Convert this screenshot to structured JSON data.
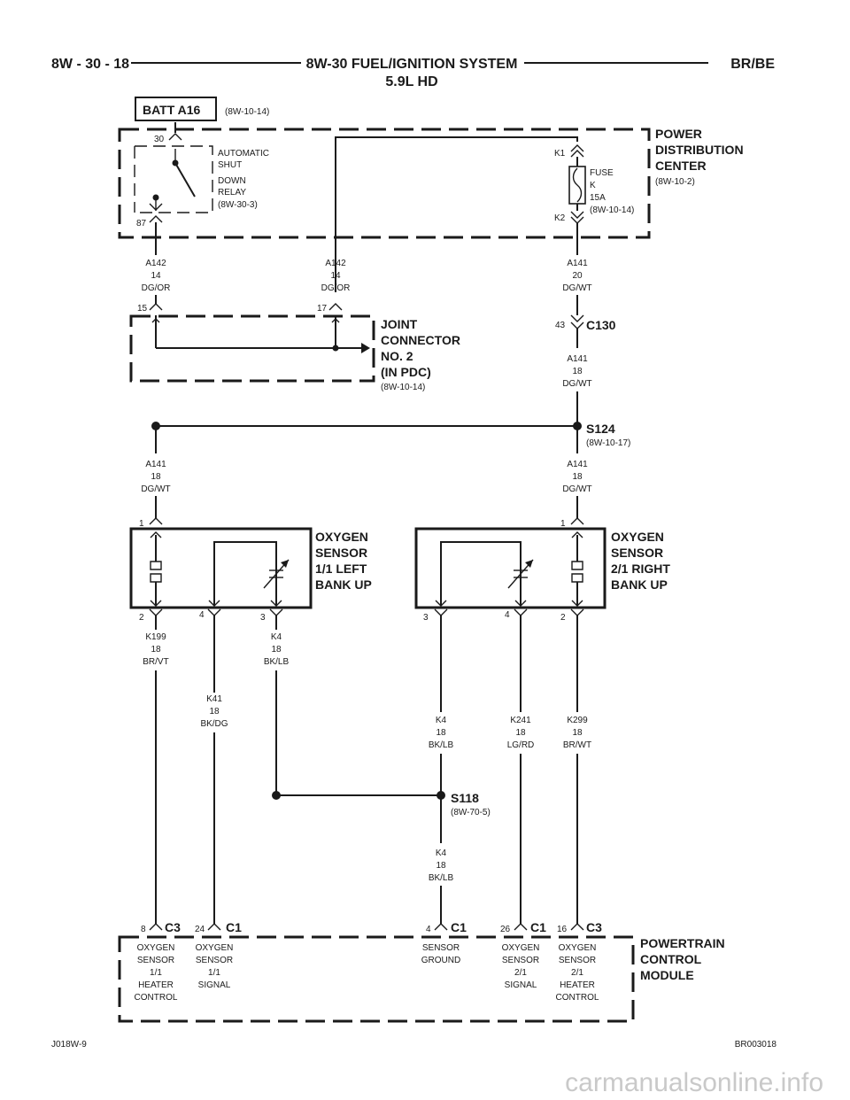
{
  "header": {
    "page_ref": "8W - 30 - 18",
    "title": "8W-30 FUEL/IGNITION SYSTEM",
    "subtitle": "5.9L HD",
    "model": "BR/BE"
  },
  "batt": {
    "label": "BATT A16",
    "ref": "(8W-10-14)"
  },
  "pdc": {
    "title_lines": [
      "POWER",
      "DISTRIBUTION",
      "CENTER"
    ],
    "ref": "(8W-10-2)",
    "relay_lines": [
      "AUTOMATIC",
      "SHUT",
      "DOWN",
      "RELAY",
      "(8W-30-3)"
    ],
    "relay_pin_top": "30",
    "relay_pin_bottom": "87",
    "fuse_lines": [
      "FUSE",
      "K",
      "15A",
      "(8W-10-14)"
    ],
    "fuse_pin_top": "K1",
    "fuse_pin_bottom": "K2"
  },
  "wires": {
    "a142_left": [
      "A142",
      "14",
      "DG/OR"
    ],
    "a142_mid": [
      "A142",
      "14",
      "DG/OR"
    ],
    "a141_pdc": [
      "A141",
      "20",
      "DG/WT"
    ],
    "a141_c130": [
      "A141",
      "18",
      "DG/WT"
    ],
    "a141_left": [
      "A141",
      "18",
      "DG/WT"
    ],
    "a141_right": [
      "A141",
      "18",
      "DG/WT"
    ],
    "k199": [
      "K199",
      "18",
      "BR/VT"
    ],
    "k41": [
      "K41",
      "18",
      "BK/DG"
    ],
    "k4_left": [
      "K4",
      "18",
      "BK/LB"
    ],
    "k4_right": [
      "K4",
      "18",
      "BK/LB"
    ],
    "k241": [
      "K241",
      "18",
      "LG/RD"
    ],
    "k299": [
      "K299",
      "18",
      "BR/WT"
    ],
    "k4_bottom": [
      "K4",
      "18",
      "BK/LB"
    ]
  },
  "joint": {
    "title_lines": [
      "JOINT",
      "CONNECTOR",
      "NO. 2",
      "(IN PDC)"
    ],
    "ref": "(8W-10-14)",
    "pin_left": "15",
    "pin_right": "17"
  },
  "c130": {
    "pin": "43",
    "name": "C130"
  },
  "s124": {
    "name": "S124",
    "ref": "(8W-10-17)"
  },
  "s118": {
    "name": "S118",
    "ref": "(8W-70-5)"
  },
  "sensor_left": {
    "title_lines": [
      "OXYGEN",
      "SENSOR",
      "1/1 LEFT",
      "BANK UP"
    ],
    "pin_top": "1",
    "pins_bottom": [
      "2",
      "4",
      "3"
    ]
  },
  "sensor_right": {
    "title_lines": [
      "OXYGEN",
      "SENSOR",
      "2/1 RIGHT",
      "BANK UP"
    ],
    "pin_top": "1",
    "pins_bottom": [
      "3",
      "4",
      "2"
    ]
  },
  "pcm": {
    "title_lines": [
      "POWERTRAIN",
      "CONTROL",
      "MODULE"
    ],
    "connectors": [
      {
        "pin": "8",
        "name": "C3",
        "label_lines": [
          "OXYGEN",
          "SENSOR",
          "1/1",
          "HEATER",
          "CONTROL"
        ]
      },
      {
        "pin": "24",
        "name": "C1",
        "label_lines": [
          "OXYGEN",
          "SENSOR",
          "1/1",
          "SIGNAL"
        ]
      },
      {
        "pin": "4",
        "name": "C1",
        "label_lines": [
          "SENSOR",
          "GROUND"
        ]
      },
      {
        "pin": "26",
        "name": "C1",
        "label_lines": [
          "OXYGEN",
          "SENSOR",
          "2/1",
          "SIGNAL"
        ]
      },
      {
        "pin": "16",
        "name": "C3",
        "label_lines": [
          "OXYGEN",
          "SENSOR",
          "2/1",
          "HEATER",
          "CONTROL"
        ]
      }
    ]
  },
  "footer": {
    "left": "J018W-9",
    "right": "BR003018"
  },
  "watermark": "carmanualsonline.info"
}
